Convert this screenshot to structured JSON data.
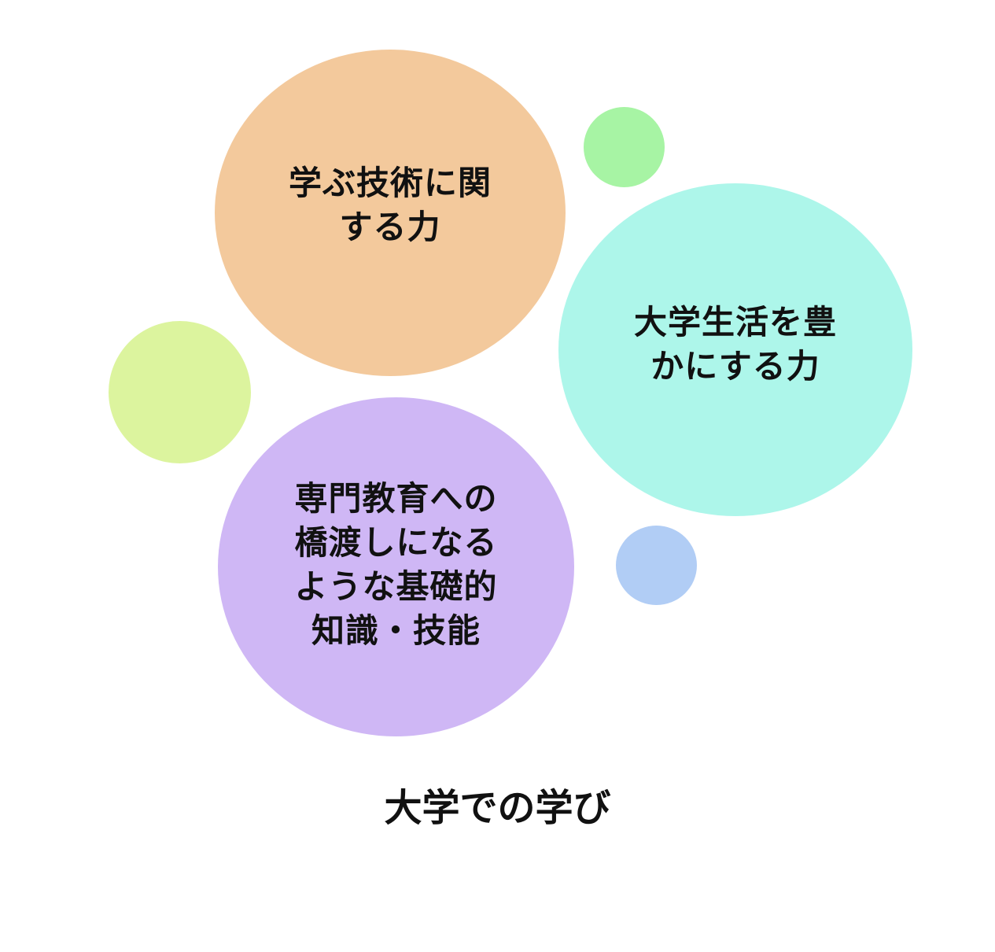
{
  "title": "大学での学び",
  "circles": {
    "skills": {
      "label": "学ぶ技術に関\nする力",
      "color": "#f3c99c"
    },
    "life": {
      "label": "大学生活を豊\nかにする力",
      "color": "#adf6ea"
    },
    "basics": {
      "label": "専門教育への\n橋渡しになる\nような基礎的\n知識・技能",
      "color": "#cfb7f5"
    }
  },
  "decorations": {
    "green": {
      "color": "#a7f4a4"
    },
    "lime": {
      "color": "#dcf49e"
    },
    "blue": {
      "color": "#b1cdf5"
    }
  }
}
